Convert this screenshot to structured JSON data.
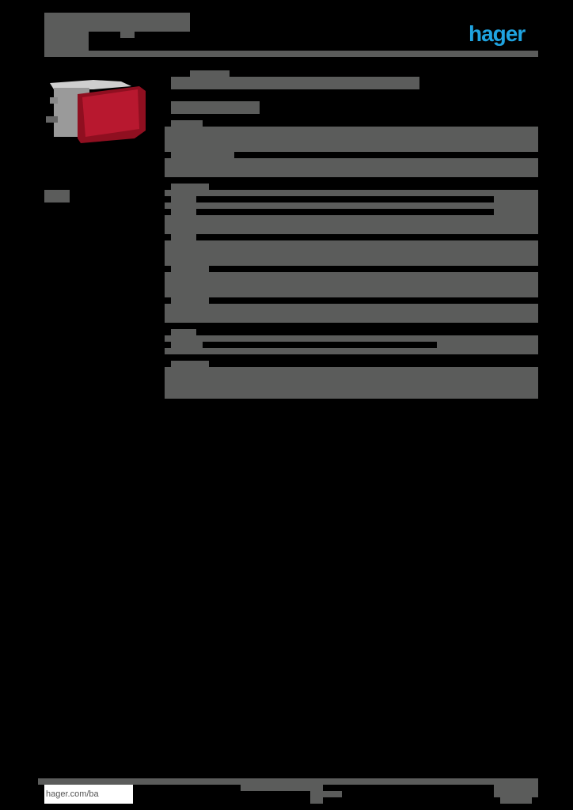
{
  "header": {
    "title_redacted": true,
    "logo_text": "hager",
    "logo_color": "#1fa3e0"
  },
  "product_image": {
    "description": "red indicator light module",
    "lens_color": "#b0102a",
    "body_color": "#8e8e8e"
  },
  "content": {
    "redacted": true,
    "redaction_color": "#5b5c5b",
    "background_color": "#000000"
  },
  "footer": {
    "link": "hager.com/ba"
  }
}
